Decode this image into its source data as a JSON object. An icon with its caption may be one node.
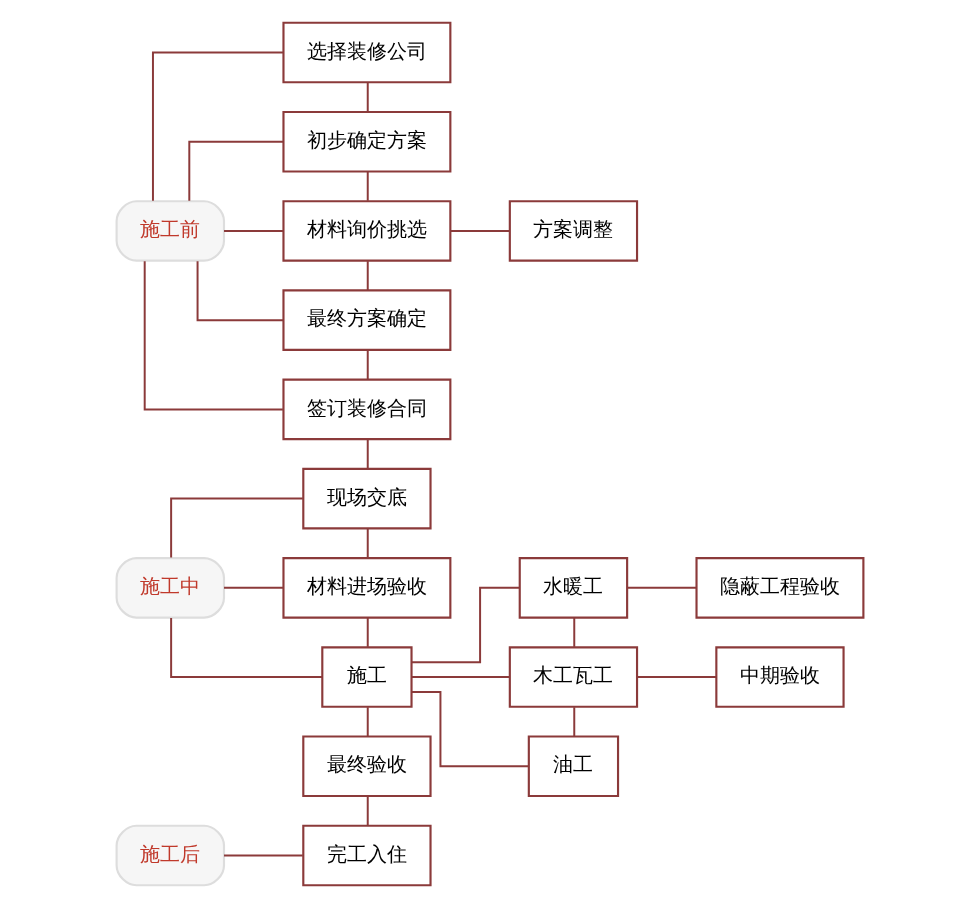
{
  "diagram": {
    "nodes": [
      {
        "text": [
          "施工前"
        ]
      },
      {
        "text": [
          "选择装修公司"
        ]
      },
      {
        "text": [
          "初步确定方案"
        ]
      },
      {
        "text": [
          "材料询价挑选"
        ]
      },
      {
        "text": [
          "最终方案确定"
        ]
      },
      {
        "text": [
          "签订装修合同"
        ]
      },
      {
        "text": [
          "方案调整"
        ]
      },
      {
        "text": [
          "施工中"
        ]
      },
      {
        "text": [
          "现场交底"
        ]
      },
      {
        "text": [
          "材料进场验收"
        ]
      },
      {
        "text": [
          "水暖工"
        ]
      },
      {
        "text": [
          "隐蔽工程验收"
        ]
      },
      {
        "text": [
          "施工"
        ]
      },
      {
        "text": [
          "木工瓦工"
        ]
      },
      {
        "text": [
          "中期验收"
        ]
      },
      {
        "text": [
          "油工"
        ]
      },
      {
        "text": [
          "最终验收"
        ]
      },
      {
        "text": [
          "施工后"
        ]
      },
      {
        "text": [
          "完工入住"
        ]
      }
    ],
    "edges": [
      {
        "from": 0,
        "to": 1,
        "arrow": "none"
      },
      {
        "from": 0,
        "to": 2,
        "arrow": "none"
      },
      {
        "from": 0,
        "to": 3,
        "arrow": "none"
      },
      {
        "from": 0,
        "to": 4,
        "arrow": "none"
      },
      {
        "from": 0,
        "to": 5,
        "arrow": "none"
      },
      {
        "from": 1,
        "to": 2,
        "arrow": "none"
      },
      {
        "from": 2,
        "to": 3,
        "arrow": "none"
      },
      {
        "from": 3,
        "to": 4,
        "arrow": "none"
      },
      {
        "from": 3,
        "to": 6,
        "arrow": "none"
      },
      {
        "from": 4,
        "to": 5,
        "arrow": "none"
      },
      {
        "from": 5,
        "to": 8,
        "arrow": "none"
      },
      {
        "from": 7,
        "to": 8,
        "arrow": "none"
      },
      {
        "from": 7,
        "to": 9,
        "arrow": "none"
      },
      {
        "from": 7,
        "to": 12,
        "arrow": "none"
      },
      {
        "from": 8,
        "to": 9,
        "arrow": "none"
      },
      {
        "from": 9,
        "to": 12,
        "arrow": "none"
      },
      {
        "from": 12,
        "to": 10,
        "arrow": "none"
      },
      {
        "from": 12,
        "to": 13,
        "arrow": "none"
      },
      {
        "from": 12,
        "to": 15,
        "arrow": "none"
      },
      {
        "from": 10,
        "to": 13,
        "arrow": "none"
      },
      {
        "from": 13,
        "to": 15,
        "arrow": "none"
      },
      {
        "from": 10,
        "to": 11,
        "arrow": "none"
      },
      {
        "from": 13,
        "to": 14,
        "arrow": "none"
      },
      {
        "from": 12,
        "to": 16,
        "arrow": "none"
      },
      {
        "from": 16,
        "to": 18,
        "arrow": "none"
      },
      {
        "from": 17,
        "to": 18,
        "arrow": "none"
      }
    ]
  }
}
